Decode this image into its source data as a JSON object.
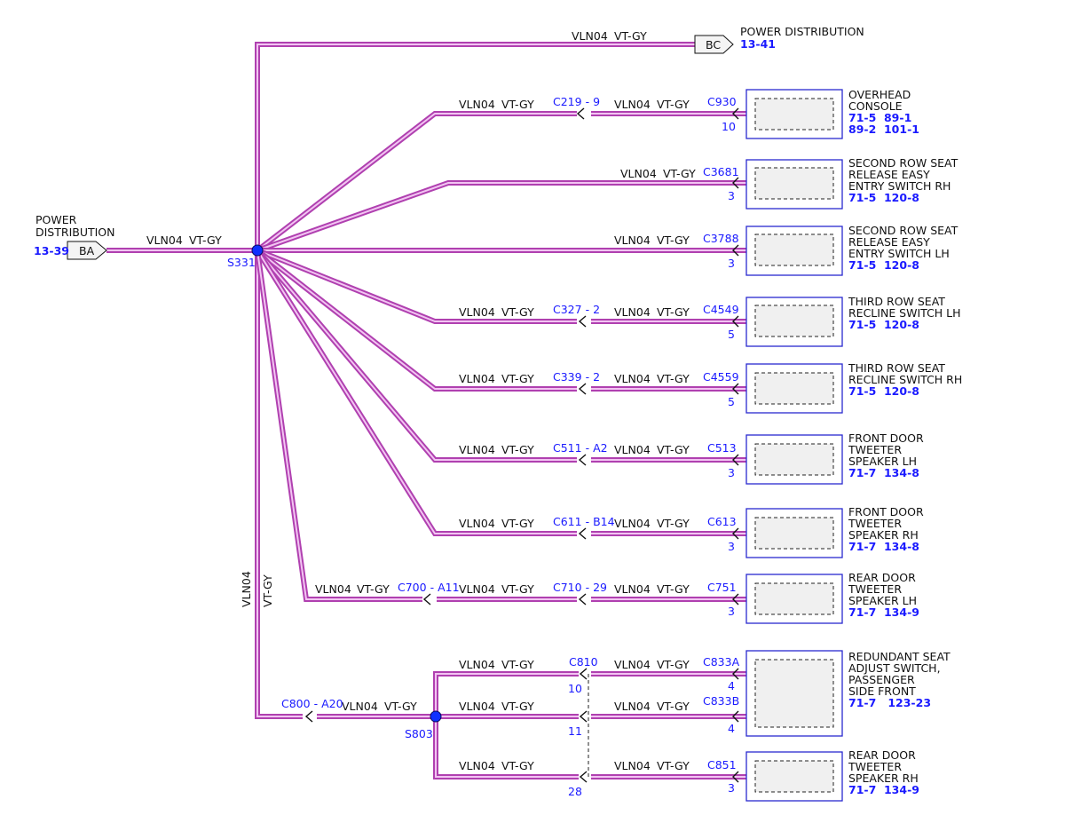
{
  "wire_code": "VLN04",
  "wire_color": "VT-GY",
  "colors": {
    "wire": "#b040b0",
    "wire_core": "#f2c4f2",
    "connector_text": "#1a1aff",
    "splice": "#1030ff"
  },
  "source": {
    "title_line1": "POWER",
    "title_line2": "DISTRIBUTION",
    "ref": "13-39",
    "tag": "BA"
  },
  "top_feed": {
    "title": "POWER DISTRIBUTION",
    "ref": "13-41",
    "tag": "BC"
  },
  "splices": {
    "main": "S331",
    "secondary": "S803"
  },
  "vertical_label": {
    "code": "VLN04",
    "color": "VT-GY"
  },
  "branches": [
    {
      "inline": "C219",
      "inline_pin": "9",
      "connector": "C930",
      "pin": "10",
      "desc": [
        "OVERHEAD",
        "CONSOLE"
      ],
      "refs": [
        "71-5  89-1",
        "89-2  101-1"
      ]
    },
    {
      "inline": "",
      "inline_pin": "",
      "connector": "C3681",
      "pin": "3",
      "desc": [
        "SECOND ROW SEAT",
        "RELEASE EASY",
        "ENTRY SWITCH RH"
      ],
      "refs": [
        "71-5  120-8"
      ]
    },
    {
      "inline": "",
      "inline_pin": "",
      "connector": "C3788",
      "pin": "3",
      "desc": [
        "SECOND ROW SEAT",
        "RELEASE EASY",
        "ENTRY SWITCH LH"
      ],
      "refs": [
        "71-5  120-8"
      ]
    },
    {
      "inline": "C327",
      "inline_pin": "2",
      "connector": "C4549",
      "pin": "5",
      "desc": [
        "THIRD ROW SEAT",
        "RECLINE SWITCH LH"
      ],
      "refs": [
        "71-5  120-8"
      ]
    },
    {
      "inline": "C339",
      "inline_pin": "2",
      "connector": "C4559",
      "pin": "5",
      "desc": [
        "THIRD ROW SEAT",
        "RECLINE SWITCH RH"
      ],
      "refs": [
        "71-5  120-8"
      ]
    },
    {
      "inline": "C511",
      "inline_pin": "A2",
      "connector": "C513",
      "pin": "3",
      "desc": [
        "FRONT DOOR",
        "TWEETER",
        "SPEAKER LH"
      ],
      "refs": [
        "71-7  134-8"
      ]
    },
    {
      "inline": "C611",
      "inline_pin": "B14",
      "connector": "C613",
      "pin": "3",
      "desc": [
        "FRONT DOOR",
        "TWEETER",
        "SPEAKER RH"
      ],
      "refs": [
        "71-7  134-8"
      ]
    },
    {
      "inline0": "C700",
      "inline0_pin": "A11",
      "inline": "C710",
      "inline_pin": "29",
      "connector": "C751",
      "pin": "3",
      "desc": [
        "REAR DOOR",
        "TWEETER",
        "SPEAKER LH"
      ],
      "refs": [
        "71-7  134-9"
      ]
    }
  ],
  "lower": {
    "feed_connector": "C800",
    "feed_pin": "A20",
    "inline": "C810",
    "inline_pins": [
      "10",
      "11",
      "28"
    ],
    "seat_switch": {
      "connectors": [
        "C833A",
        "C833B"
      ],
      "pins": [
        "4",
        "4"
      ],
      "desc": [
        "REDUNDANT SEAT",
        "ADJUST SWITCH,",
        "PASSENGER",
        "SIDE FRONT"
      ],
      "refs": [
        "71-7   123-23"
      ]
    },
    "rear_door": {
      "connector": "C851",
      "pin": "3",
      "desc": [
        "REAR DOOR",
        "TWEETER",
        "SPEAKER RH"
      ],
      "refs": [
        "71-7  134-9"
      ]
    }
  }
}
